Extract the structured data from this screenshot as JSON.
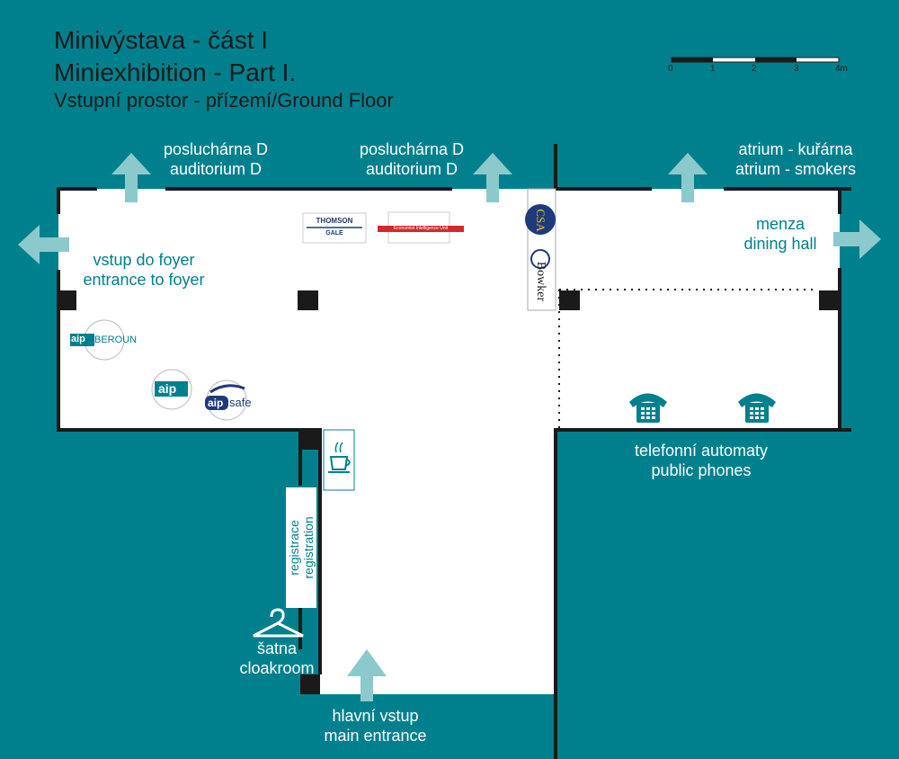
{
  "title": {
    "line1": "Minivýstava - část I",
    "line2": "Miniexhibition - Part I.",
    "line3": "Vstupní prostor - přízemí/Ground Floor"
  },
  "scale": {
    "ticks": [
      "0",
      "1",
      "2",
      "3",
      "4m"
    ]
  },
  "labels": {
    "auditorium_left_cz": "posluchárna D",
    "auditorium_left_en": "auditorium D",
    "auditorium_right_cz": "posluchárna D",
    "auditorium_right_en": "auditorium D",
    "atrium_cz": "atrium - kuřárna",
    "atrium_en": "atrium - smokers",
    "foyer_cz": "vstup do foyer",
    "foyer_en": "entrance to foyer",
    "menza_cz": "menza",
    "menza_en": "dining hall",
    "phones_cz": "telefonní automaty",
    "phones_en": "public phones",
    "registration_cz": "registrace",
    "registration_en": "registration",
    "cloak_cz": "šatna",
    "cloak_en": "cloakroom",
    "entrance_cz": "hlavní vstup",
    "entrance_en": "main entrance"
  },
  "logos": {
    "thomson_1": "THOMSON",
    "thomson_2": "GALE",
    "eiu": "Economist Intelligence Unit",
    "csa": "CSA",
    "bowker": "Bowker",
    "aip_beroun_mark": "aip",
    "aip_beroun_text": "BEROUN",
    "aip": "aip",
    "aipsafe_mark": "aip",
    "aipsafe_text": "safe"
  },
  "icons": [
    "arrow-up-icon",
    "arrow-left-icon",
    "arrow-right-icon",
    "phone-icon",
    "coffee-cup-icon",
    "hanger-icon"
  ],
  "colors": {
    "background": "#00808d",
    "floor": "#ffffff",
    "wall": "#1a1a1a",
    "arrow": "#8cc9cc",
    "accent": "#00808d"
  }
}
